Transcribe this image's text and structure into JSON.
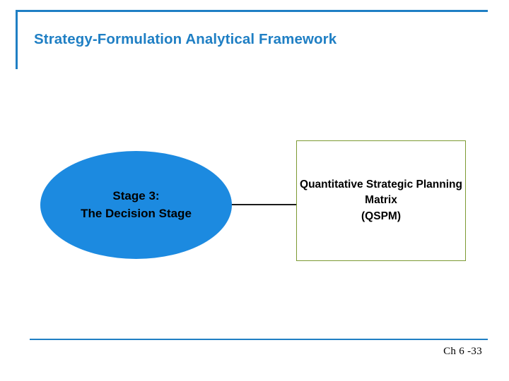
{
  "slide": {
    "title": "Strategy-Formulation Analytical Framework",
    "ellipse": {
      "label": "Stage 3:\nThe Decision Stage"
    },
    "box": {
      "label": "Quantitative Strategic Planning Matrix\n(QSPM)"
    },
    "footer": "Ch 6 -33"
  },
  "colors": {
    "accent_blue": "#1f7fc4",
    "ellipse_fill": "#1c8ae0",
    "box_border": "#7d9a33",
    "connector": "#1a1a1a"
  }
}
